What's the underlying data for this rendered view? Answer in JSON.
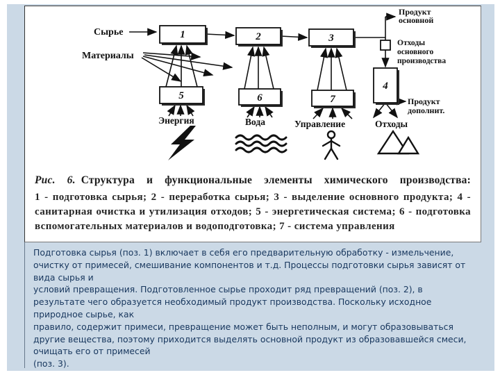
{
  "colors": {
    "slide_bg": "#cbd9e6",
    "body_text": "#17365d",
    "diagram_ink": "#111111"
  },
  "diagram": {
    "boxes": {
      "b1": "1",
      "b2": "2",
      "b3": "3",
      "b4": "4",
      "b5": "5",
      "b6": "6",
      "b7": "7"
    },
    "labels": {
      "syrye": "Сырье",
      "materialy": "Материалы",
      "energiya": "Энергия",
      "voda": "Вода",
      "upravlenie": "Управление",
      "otkhody": "Отходы",
      "product_main_1": "Продукт",
      "product_main_2": "основной",
      "waste_main_1": "Отходы",
      "waste_main_2": "основного",
      "waste_main_3": "производства",
      "product_add_1": "Продукт",
      "product_add_2": "дополнит."
    }
  },
  "caption": {
    "fig": "Рис. 6.",
    "title": "Структура и функциональные элементы химического производства:",
    "legend": "1 - подготовка сырья; 2 - переработка сырья; 3 - выделение основного продукта; 4 - санитарная очистка и утилизация отходов; 5 - энергетическая система; 6 - подготовка вспомогательных материалов и водоподготовка; 7 - система управления"
  },
  "body": {
    "lines": [
      "Подготовка сырья (поз. 1) включает в себя его предварительную обработку - измельчение,",
      "очистку от примесей, смешивание компонентов и т.д. Процессы подготовки сырья зависят от",
      "вида сырья и",
      "условий превращения. Подготовленное сырье проходит ряд превращений (поз. 2), в",
      "результате чего образуется необходимый продукт производства. Поскольку исходное",
      "природное сырье, как",
      "правило, содержит примеси, превращение может быть неполным, и могут образовываться",
      "другие вещества, поэтому приходится выделять основной продукт из образовавшейся смеси,",
      "очищать его от примесей",
      "(поз. 3)."
    ]
  }
}
